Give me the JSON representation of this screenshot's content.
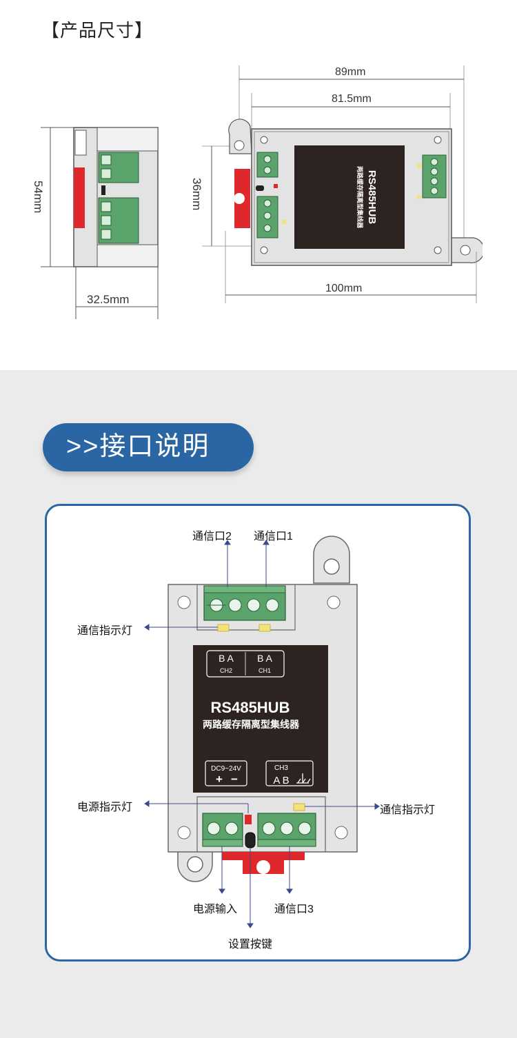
{
  "dimensions": {
    "title": "【产品尺寸】",
    "width_outer": "89mm",
    "width_inner": "81.5mm",
    "height_side": "54mm",
    "height_front": "36mm",
    "length": "100mm",
    "depth": "32.5mm"
  },
  "interface": {
    "title": ">>接口说明",
    "labels": {
      "port2": "通信口2",
      "port1": "通信口1",
      "comm_led_top": "通信指示灯",
      "power_led": "电源指示灯",
      "comm_led_right": "通信指示灯",
      "power_input": "电源输入",
      "port3": "通信口3",
      "setup_button": "设置按键"
    }
  },
  "device": {
    "model": "RS485HUB",
    "subtitle": "两路缓存隔离型集线器",
    "ch1": "CH1",
    "ch2": "CH2",
    "ch3": "CH3",
    "ab": "A B",
    "ba": "B A",
    "power_spec": "DC9~24V",
    "plus": "+",
    "minus": "−"
  },
  "colors": {
    "accent_blue": "#2a66a4",
    "terminal_green": "#5aa36a",
    "body_gray": "#e4e4e4",
    "label_black": "#2d2421",
    "rail_red": "#e0282c",
    "led_yellow": "#f3e27a"
  }
}
